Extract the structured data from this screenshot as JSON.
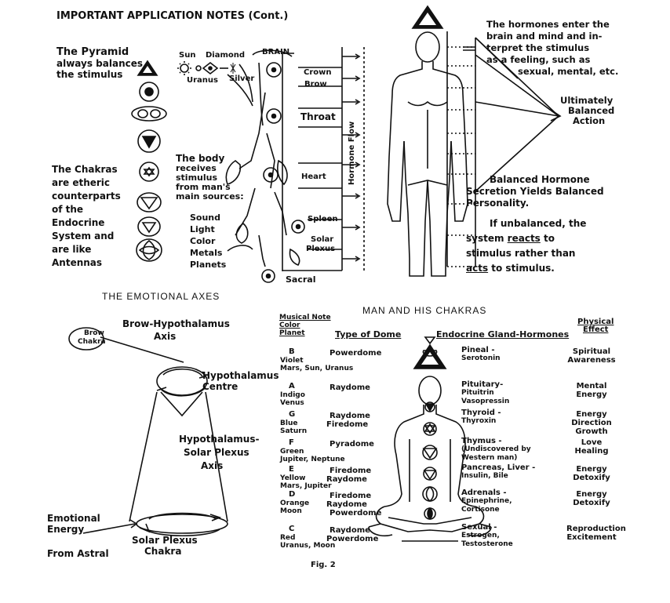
{
  "header": {
    "title": "IMPORTANT APPLICATION NOTES (Cont.)"
  },
  "pyramid_note": [
    "The Pyramid",
    "always balances",
    "the stimulus"
  ],
  "source_labels": {
    "sun": "Sun",
    "diamond": "Diamond",
    "brain": "BRAIN",
    "uranus": "Uranus",
    "silver": "Silver"
  },
  "gland_labels": {
    "crown": "Crown",
    "brow": "Brow",
    "throat": "Throat",
    "heart": "Heart",
    "spleen": "Spleen",
    "solar_plexus": [
      "Solar",
      "Plexus"
    ],
    "sacral": "Sacral"
  },
  "hormone_flow": "Hormone Flow",
  "chakras_note": [
    "The Chakras",
    "are etheric",
    "counterparts",
    "of the",
    "Endocrine",
    "System and",
    "are like",
    "Antennas"
  ],
  "body_note": [
    "The body",
    "receives",
    "stimulus",
    "from man's",
    "main sources:"
  ],
  "sources": [
    "Sound",
    "Light",
    "Color",
    "Metals",
    "Planets"
  ],
  "hormones_note": [
    "The hormones enter the",
    "brain and mind and in-",
    "terpret the stimulus",
    "as a feeling, such as",
    "sexual, mental, etc."
  ],
  "balanced_action": [
    "Ultimately",
    "Balanced",
    "Action"
  ],
  "balanced_note": [
    "Balanced Hormone",
    "Secretion Yields Balanced",
    "Personality."
  ],
  "unbalanced_note": {
    "line1": "If unbalanced, the",
    "line2a": "system ",
    "reacts": "reacts",
    "line2b": " to",
    "line3": "stimulus rather than",
    "acts": "acts",
    "line4b": " to stimulus."
  },
  "emotional": {
    "title": "THE EMOTIONAL AXES",
    "brow_chakra": [
      "Brow",
      "Chakra"
    ],
    "brow_axis": [
      "Brow-Hypothalamus",
      "Axis"
    ],
    "hypothalamus_centre": [
      "Hypothalamus",
      "Centre"
    ],
    "solar_axis": [
      "Hypothalamus-",
      "Solar Plexus",
      "Axis"
    ],
    "emotional_energy": [
      "Emotional",
      "Energy"
    ],
    "from_astral": "From Astral",
    "solar_chakra": [
      "Solar Plexus",
      "Chakra"
    ]
  },
  "man_chakras": {
    "title": "MAN AND HIS CHAKRAS",
    "col_note": [
      "Musical Note",
      "Color",
      "Planet"
    ],
    "col_dome": "Type of Dome",
    "col_gland": "Endocrine Gland-Hormones",
    "col_effect": [
      "Physical",
      "Effect"
    ],
    "rows": [
      {
        "note": "B",
        "color": "Violet",
        "planet": "Mars, Sun, Uranus",
        "dome": [
          "Powerdome"
        ],
        "gland": [
          "Pineal -",
          "Serotonin"
        ],
        "effect": [
          "Spiritual",
          "Awareness"
        ]
      },
      {
        "note": "A",
        "color": "Indigo",
        "planet": "Venus",
        "dome": [
          "Raydome"
        ],
        "gland": [
          "Pituitary-",
          "Pituitrin",
          "Vasopressin"
        ],
        "effect": [
          "Mental",
          "Energy"
        ]
      },
      {
        "note": "G",
        "color": "Blue",
        "planet": "Saturn",
        "dome": [
          "Raydome",
          "Firedome"
        ],
        "gland": [
          "Thyroid -",
          "Thyroxin"
        ],
        "effect": [
          "Energy",
          "Direction",
          "Growth"
        ]
      },
      {
        "note": "F",
        "color": "Green",
        "planet": "Jupiter, Neptune",
        "dome": [
          "Pyradome"
        ],
        "gland": [
          "Thymus -",
          "(Undiscovered by",
          "Western man)"
        ],
        "effect": [
          "Love",
          "Healing"
        ]
      },
      {
        "note": "E",
        "color": "Yellow",
        "planet": "Mars, Jupiter",
        "dome": [
          "Firedome",
          "Raydome"
        ],
        "gland": [
          "Pancreas, Liver -",
          "Insulin, Bile"
        ],
        "effect": [
          "Energy",
          "Detoxify"
        ]
      },
      {
        "note": "D",
        "color": "Orange",
        "planet": "Moon",
        "dome": [
          "Firedome",
          "Raydome",
          "Powerdome"
        ],
        "gland": [
          "Adrenals -",
          "Epinephrine,",
          "Cortisone"
        ],
        "effect": [
          "Energy",
          "Detoxify"
        ]
      },
      {
        "note": "C",
        "color": "Red",
        "planet": "Uranus, Moon",
        "dome": [
          "Raydome",
          "Powerdome"
        ],
        "gland": [
          "Sexual -",
          "Estrogen,",
          "Testosterone"
        ],
        "effect": [
          "Reproduction",
          "Excitement"
        ]
      }
    ],
    "fig": "Fig. 2"
  }
}
